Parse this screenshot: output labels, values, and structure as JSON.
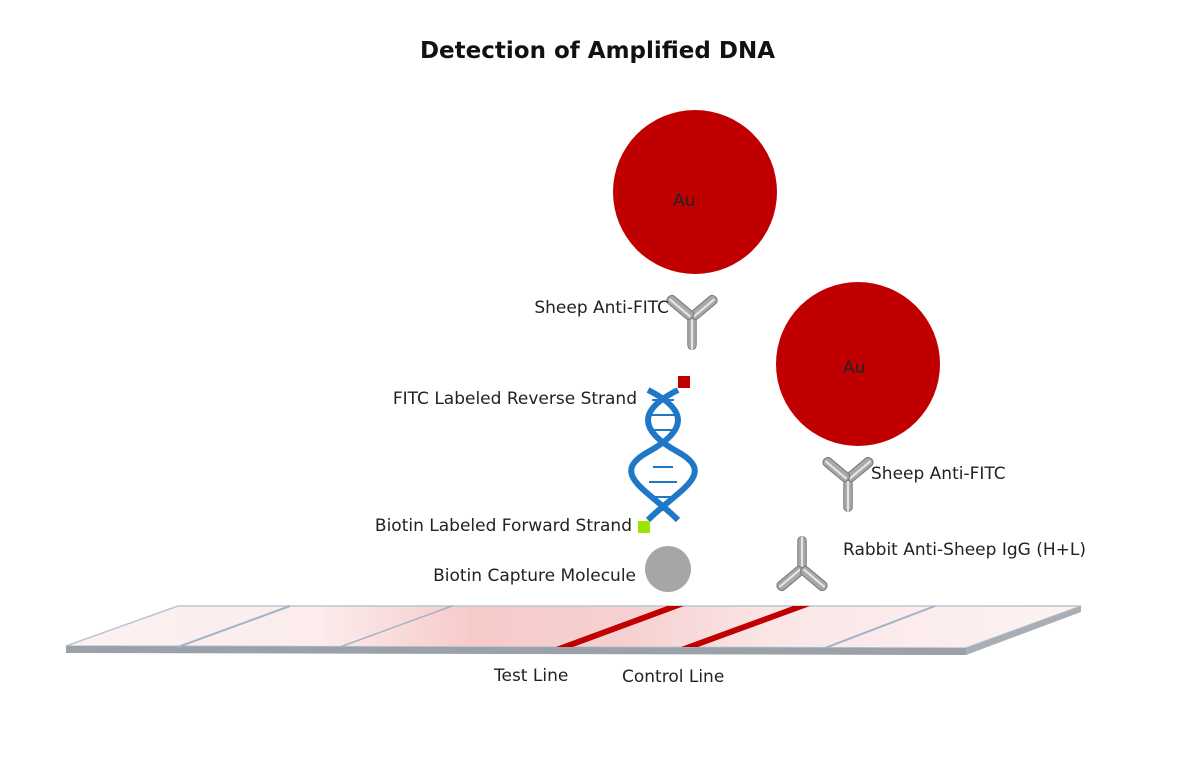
{
  "title": "Detection of Amplified DNA",
  "labels": {
    "au_top": "Au",
    "au_right": "Au",
    "sheep_anti_fitc_left": "Sheep Anti-FITC",
    "sheep_anti_fitc_right": "Sheep Anti-FITC",
    "fitc_reverse_strand": "FITC Labeled Reverse Strand",
    "biotin_forward_strand": "Biotin Labeled Forward Strand",
    "biotin_capture": "Biotin Capture Molecule",
    "rabbit_anti_sheep": "Rabbit Anti-Sheep IgG (H+L)",
    "test_line": "Test Line",
    "control_line": "Control Line"
  },
  "colors": {
    "gold_particle": "#c00000",
    "antibody": "#9a9a9a",
    "dna_helix": "#1f77c8",
    "fitc_marker": "#c00000",
    "biotin_marker": "#99e600",
    "capture_molecule": "#a6a6a6",
    "strip_line": "#c00000",
    "strip_pad": "#fbeaea"
  }
}
